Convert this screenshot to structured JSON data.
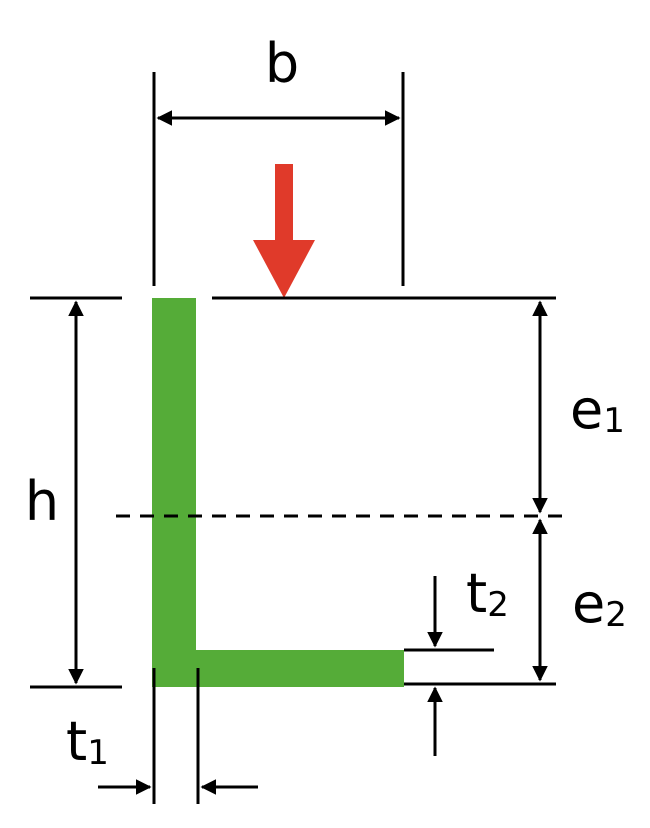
{
  "labels": {
    "width": "b",
    "height": "h",
    "e1_main": "e",
    "e1_sub": "1",
    "e2_main": "e",
    "e2_sub": "2",
    "t1_main": "t",
    "t1_sub": "1",
    "t2_main": "t",
    "t2_sub": "2"
  },
  "colors": {
    "profile": "#55ac38",
    "load_arrow": "#e03a2a",
    "lines": "#000000",
    "background": "#ffffff"
  }
}
